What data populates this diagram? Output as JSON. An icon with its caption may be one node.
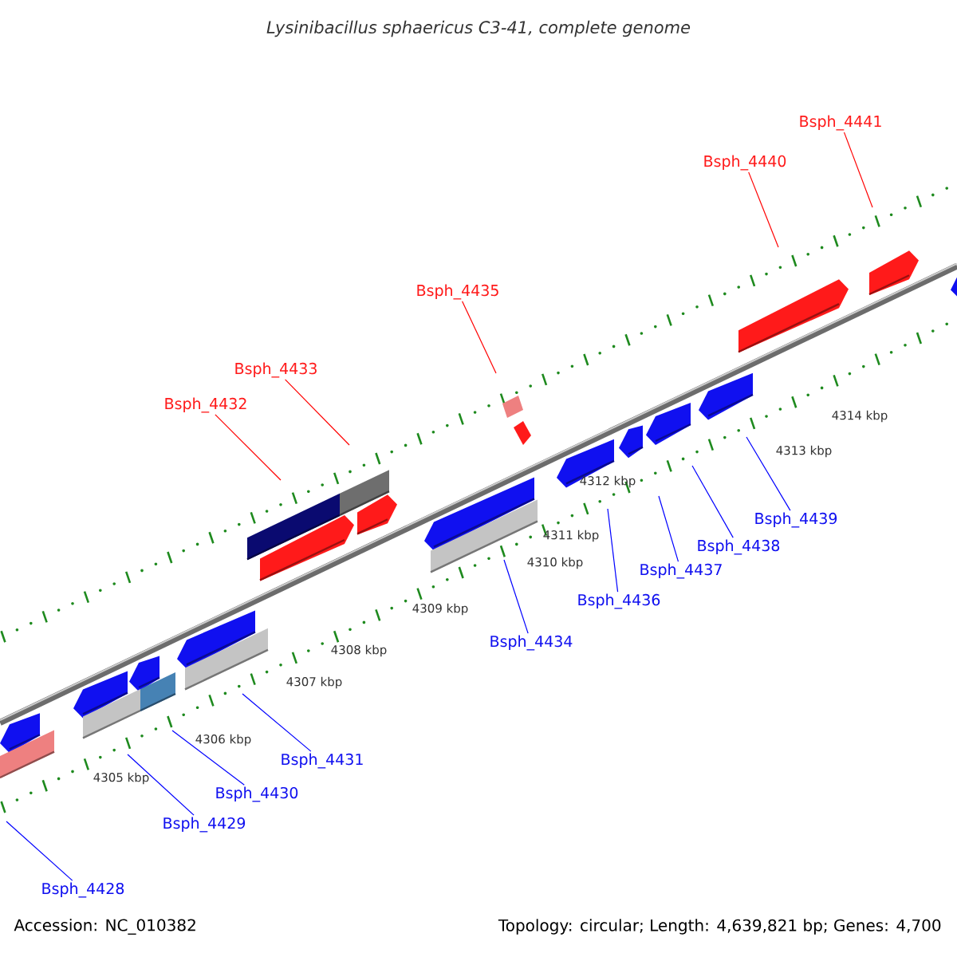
{
  "diagram": {
    "title": "Lysinibacillus sphaericus C3-41, complete genome",
    "nodes": [
      {
        "text": [
          "Bsph_4441"
        ]
      },
      {
        "text": [
          "Bsph_4440"
        ]
      },
      {
        "text": [
          "Bsph_4435"
        ]
      },
      {
        "text": [
          "Bsph_4433"
        ]
      },
      {
        "text": [
          "Bsph_4432"
        ]
      },
      {
        "text": [
          "Bsph_4439"
        ]
      },
      {
        "text": [
          "Bsph_4438"
        ]
      },
      {
        "text": [
          "Bsph_4437"
        ]
      },
      {
        "text": [
          "Bsph_4436"
        ]
      },
      {
        "text": [
          "Bsph_4434"
        ]
      },
      {
        "text": [
          "Bsph_4431"
        ]
      },
      {
        "text": [
          "Bsph_4430"
        ]
      },
      {
        "text": [
          "Bsph_4429"
        ]
      },
      {
        "text": [
          "Bsph_4428"
        ]
      }
    ],
    "edges": [
      {
        "from": 0,
        "to": null,
        "arrow": "none",
        "color": "#ff0000"
      },
      {
        "from": 1,
        "to": null,
        "arrow": "none",
        "color": "#ff0000"
      },
      {
        "from": 2,
        "to": null,
        "arrow": "none",
        "color": "#ff0000"
      },
      {
        "from": 3,
        "to": null,
        "arrow": "none",
        "color": "#ff0000"
      },
      {
        "from": 4,
        "to": null,
        "arrow": "none",
        "color": "#ff0000"
      },
      {
        "from": 5,
        "to": null,
        "arrow": "none"
      },
      {
        "from": 6,
        "to": null,
        "arrow": "none"
      },
      {
        "from": 7,
        "to": null,
        "arrow": "none"
      },
      {
        "from": 8,
        "to": null,
        "arrow": "none"
      },
      {
        "from": 9,
        "to": null,
        "arrow": "none"
      },
      {
        "from": 10,
        "to": null,
        "arrow": "none"
      },
      {
        "from": 11,
        "to": null,
        "arrow": "none"
      },
      {
        "from": 12,
        "to": null,
        "arrow": "none"
      },
      {
        "from": 13,
        "to": null,
        "arrow": "none"
      }
    ],
    "labels": [
      "4314 kbp",
      "4313 kbp",
      "4312 kbp",
      "4311 kbp",
      "4310 kbp",
      "4309 kbp",
      "4308 kbp",
      "4307 kbp",
      "4306 kbp",
      "4305 kbp",
      "Accession: NC_010382",
      "Topology: circular; Length: 4,639,821 bp; Genes: 4,700"
    ]
  }
}
